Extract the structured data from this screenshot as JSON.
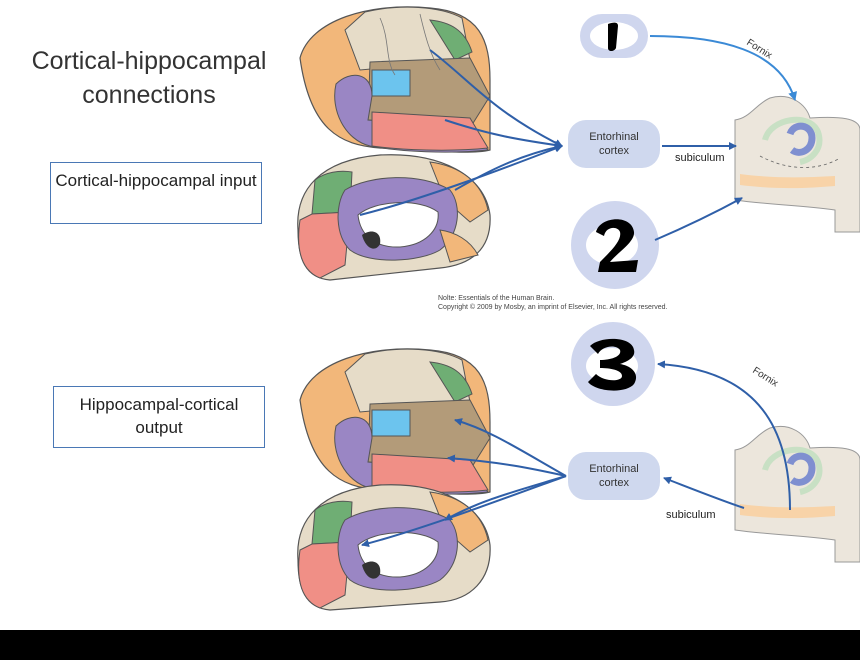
{
  "title": "Cortical-hippocampal connections",
  "input_label": "Cortical-hippocampal input",
  "output_label": "Hippocampal-cortical output",
  "entorhinal_top": "Entorhinal cortex",
  "entorhinal_bottom": "Entorhinal cortex",
  "subiculum_top": "subiculum",
  "subiculum_bottom": "subiculum",
  "fornix_top": "Fornix",
  "fornix_bottom": "Fornix",
  "marker_1": "1",
  "marker_2": "2",
  "marker_3": "3",
  "credit_line1": "Nolte: Essentials of the Human Brain.",
  "credit_line2": "Copyright © 2009 by Mosby, an imprint of Elsevier, Inc. All rights reserved.",
  "colors": {
    "arrow": "#2f5fa8",
    "fornix_arrow": "#3b8ad6",
    "entorhinal_fill": "#cfd8ee",
    "marker_fill": "#cfd6ee",
    "orange": "#f2b77a",
    "beige": "#e6dcc8",
    "brown": "#b39b79",
    "purple": "#9a86c4",
    "red": "#f08f86",
    "green": "#6fae74",
    "blue": "#6cc4ee"
  }
}
